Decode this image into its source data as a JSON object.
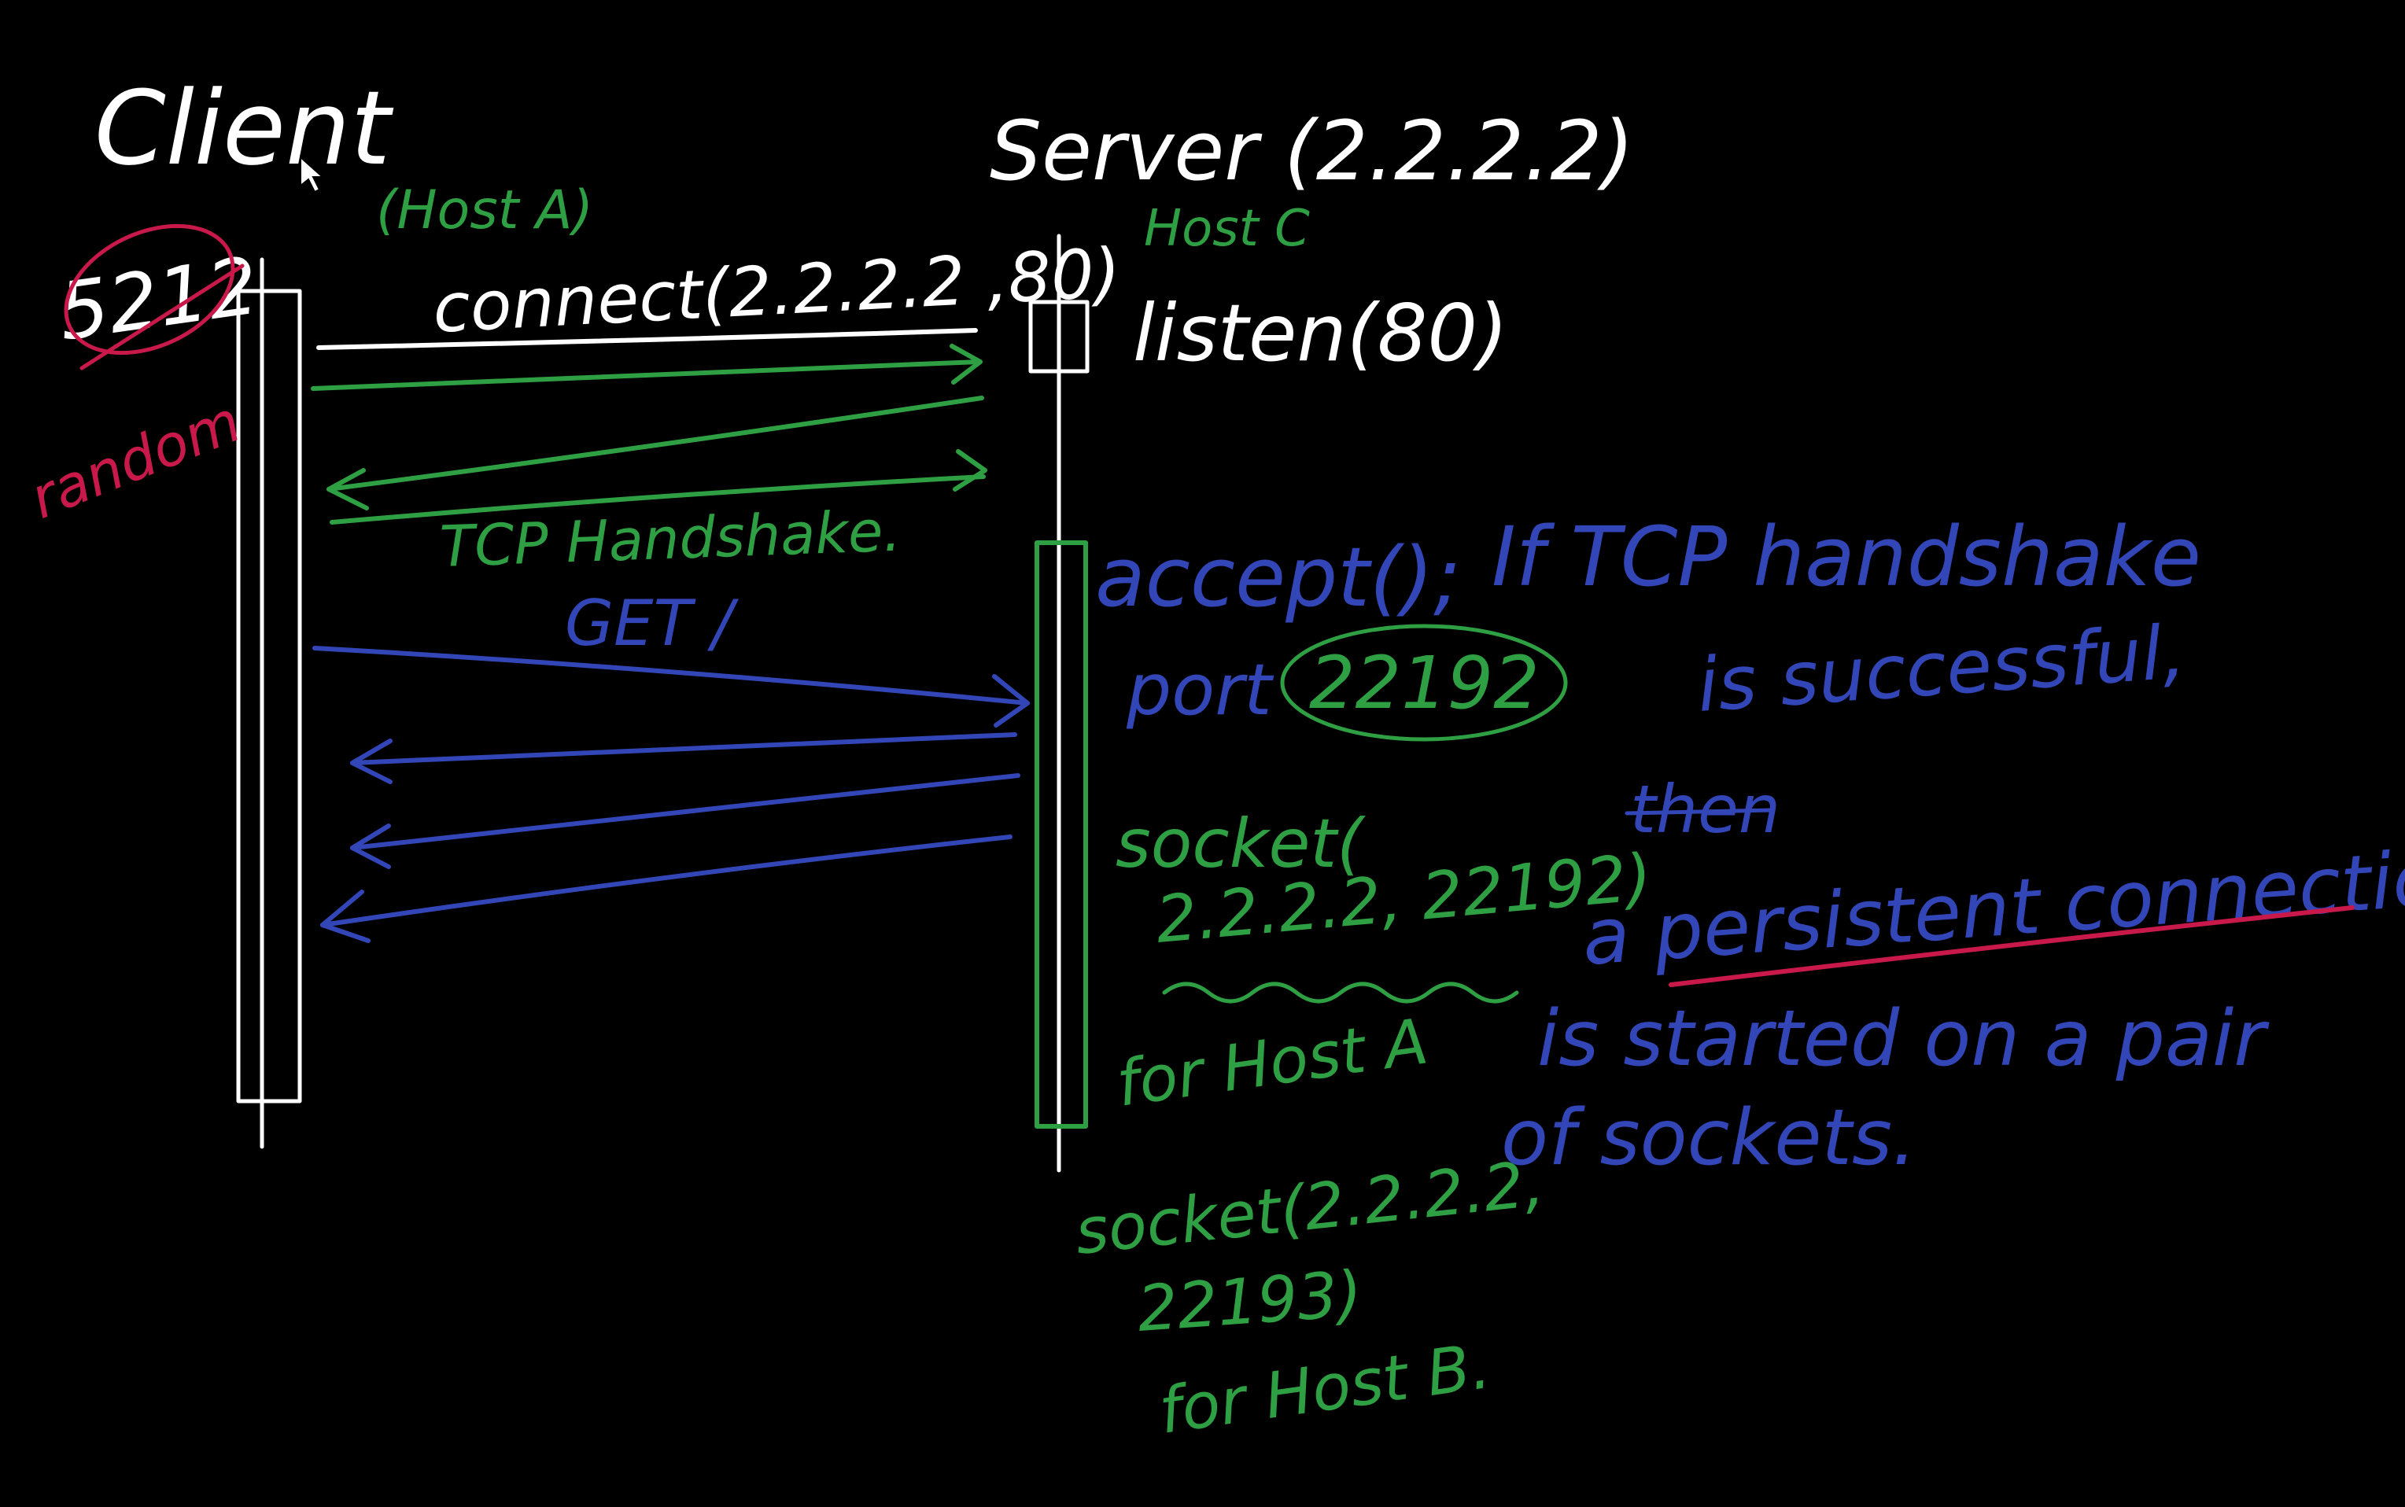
{
  "colors": {
    "background": "#000000",
    "white_ink": "#ffffff",
    "green_ink": "#2ea043",
    "blue_ink": "#3346b8",
    "red_ink": "#c8194a"
  },
  "client": {
    "title": "Client",
    "host_label": "(Host A)",
    "port": "5212",
    "port_note": "random"
  },
  "server": {
    "title": "Server (2.2.2.2)",
    "host_label": "Host C",
    "listen_call": "listen(80)"
  },
  "messages": {
    "connect": "connect(2.2.2.2 ,80)",
    "tcp_handshake": "TCP Handshake.",
    "get": "GET /"
  },
  "notes": {
    "accept": "accept();",
    "port_prefix": "port",
    "port_value": "22192",
    "socket_a_line1": "socket(",
    "socket_a_line2": "2.2.2.2, 22192)",
    "for_host_a": "for Host A",
    "socket_b_line1": "socket(2.2.2.2,",
    "socket_b_line2": "22193)",
    "for_host_b": "for Host B.",
    "explain_line1": "If TCP handshake",
    "explain_line2": "is successful,",
    "explain_line3": "then",
    "explain_line4": "a persistent connection",
    "explain_line5": "is started on a pair",
    "explain_line6": "of sockets."
  }
}
